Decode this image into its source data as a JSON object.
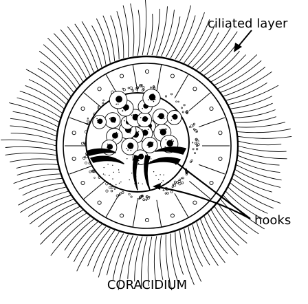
{
  "labels": {
    "ciliated_layer": "ciliated layer",
    "hooks": "hooks",
    "title": "CORACIDIUM"
  },
  "colors": {
    "ink": "#000000",
    "paper": "#ffffff"
  },
  "parts": {
    "cilia_count": 120,
    "outer_cell_count": 18,
    "inner_cell_count": 22,
    "hook_count": 6
  }
}
